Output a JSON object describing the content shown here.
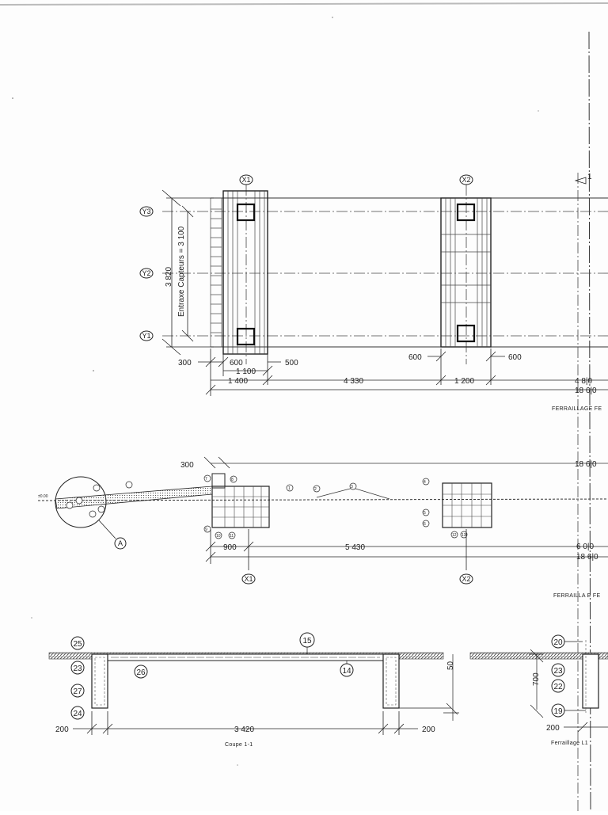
{
  "plan": {
    "axes_x": [
      "X1",
      "X2"
    ],
    "axes_y": [
      "Y3",
      "Y2",
      "Y1"
    ],
    "section_mark": "1",
    "dims_vertical": [
      "3 820",
      "Entraxe Capteurs = 3 100"
    ],
    "dims_row1": [
      "300",
      "600",
      "500",
      "600",
      "600"
    ],
    "dims_row2": [
      "1 100",
      "1 200",
      "4 8|0"
    ],
    "dims_row3": [
      "1 400",
      "4 330",
      "18 6|0"
    ],
    "caption": "FERRAILLAGE FE"
  },
  "elevation": {
    "dim_top": [
      "300",
      "18 6|0"
    ],
    "level": "±0.00",
    "detail_mark": "A",
    "bar_marks": [
      "1",
      "2",
      "3",
      "4",
      "5",
      "6",
      "7",
      "8",
      "9",
      "10",
      "11",
      "12",
      "13"
    ],
    "dims_bottom": [
      "900",
      "5 430",
      "6 0|0",
      "18 6|0"
    ],
    "axes": [
      "X1",
      "X2"
    ],
    "caption": "FERRAILLA E FE"
  },
  "section_1_1": {
    "marks": [
      "25",
      "23",
      "27",
      "24",
      "26",
      "15",
      "14"
    ],
    "dims": [
      "200",
      "3 420",
      "200",
      "50"
    ],
    "caption": "Coupe 1-1"
  },
  "section_right": {
    "marks": [
      "20",
      "23",
      "22",
      "19"
    ],
    "dims": [
      "700",
      "200"
    ],
    "caption": "Ferraillage L1"
  }
}
